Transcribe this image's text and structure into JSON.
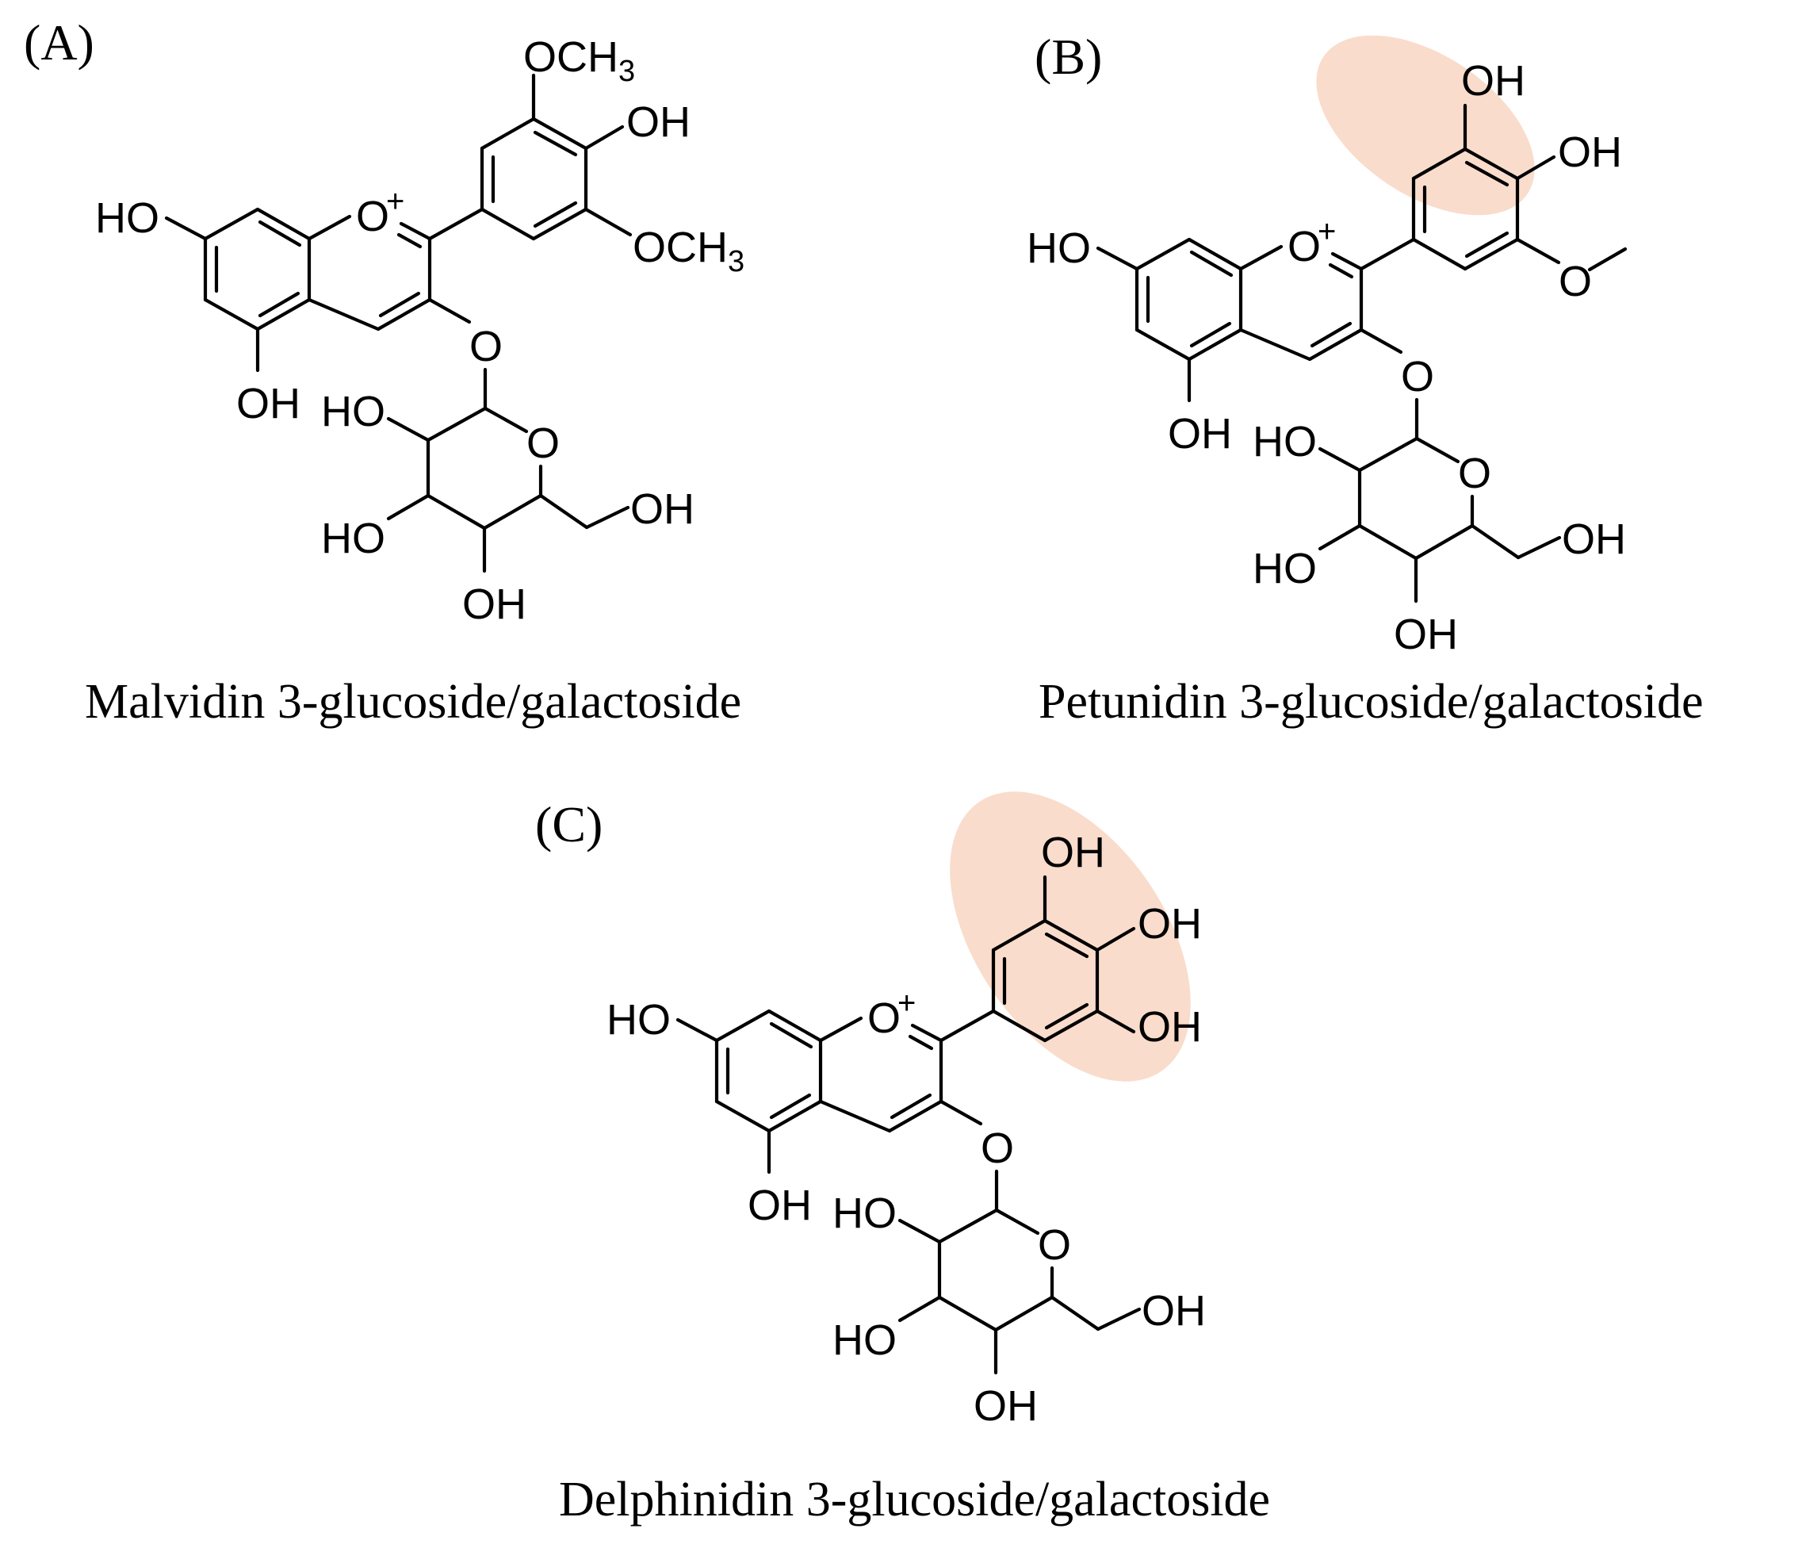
{
  "highlight_color": "#f9dccb",
  "atom_text": {
    "OH": "OH",
    "HO": "HO",
    "O": "O",
    "OCH": "OCH",
    "sub3": "3",
    "plus": "+"
  },
  "panels": [
    {
      "id": "A",
      "label": "(A)",
      "caption": "Malvidin 3-glucoside/galactoside",
      "b_ring": {
        "top": "OCH3",
        "middle": "OH",
        "bottom": "OCH3"
      },
      "highlighted": false
    },
    {
      "id": "B",
      "label": "(B)",
      "caption": "Petunidin 3-glucoside/galactoside",
      "b_ring": {
        "top": "OH",
        "middle": "OH",
        "bottom": "methoxy (skeletal)"
      },
      "highlighted": true
    },
    {
      "id": "C",
      "label": "(C)",
      "caption": "Delphinidin 3-glucoside/galactoside",
      "b_ring": {
        "top": "OH",
        "middle": "OH",
        "bottom": "OH"
      },
      "highlighted": true
    }
  ]
}
